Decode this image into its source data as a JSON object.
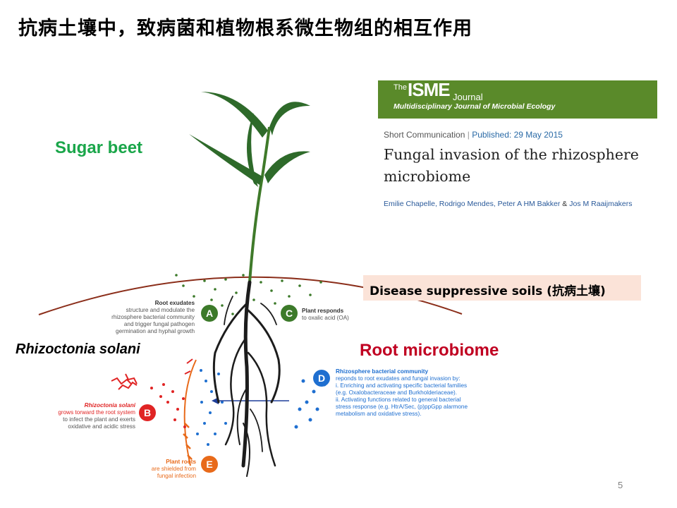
{
  "slide": {
    "title": "抗病土壤中，致病菌和植物根系微生物组的相互作用",
    "labels": {
      "sugar_beet": "Sugar beet",
      "rhizoctonia": "Rhizoctonia solani",
      "root_microbiome": "Root microbiome",
      "disease_suppressive": "Disease suppressive soils (抗病土壤)"
    },
    "page_number": "5"
  },
  "paper": {
    "journal_the": "The",
    "journal_name": "ISME",
    "journal_word": "Journal",
    "journal_subtitle": "Multidisciplinary Journal of Microbial Ecology",
    "type": "Short Communication",
    "separator": "|",
    "published": "Published: 29 May 2015",
    "title": "Fungal invasion of the rhizosphere microbiome",
    "authors": "Emilie Chapelle, Rodrigo Mendes, Peter A HM Bakker",
    "author_amp": "&",
    "author_last": "Jos M Raaijmakers",
    "brand_color": "#5a8a2a"
  },
  "diagram": {
    "A": {
      "letter": "A",
      "title": "Root exudates",
      "lines": [
        "structure and modulate the",
        "rhizosphere bacterial community",
        "and trigger fungal pathogen",
        "germination and hyphal growth"
      ]
    },
    "B": {
      "letter": "B",
      "title": "Rhizoctonia solani",
      "lines": [
        "grows torward the root system",
        "to infect the plant and exerts",
        "oxidative and acidic stress"
      ]
    },
    "C": {
      "letter": "C",
      "title": "Plant responds",
      "lines": [
        "to oxalic acid (OA)"
      ]
    },
    "D": {
      "letter": "D",
      "title": "Rhizosphere bacterial community",
      "lines": [
        "reponds to root exudates and fungal invasion by:",
        "i.   Enriching and activating specific bacterial families",
        "     (e.g. Oxalobacteraceae and Burkholderiaceae).",
        "ii.  Activating functions related to general bacterial",
        "     stress response (e.g. HtrA/Sec, (p)ppGpp alarmone",
        "     metabolism and oxidative stress)."
      ]
    },
    "E": {
      "letter": "E",
      "title": "Plant roots",
      "lines": [
        "are shielded from",
        "fungal infection"
      ]
    },
    "colors": {
      "green": "#3c7a2a",
      "red": "#e02424",
      "blue": "#1f6fd0",
      "orange": "#e86a1a"
    }
  }
}
